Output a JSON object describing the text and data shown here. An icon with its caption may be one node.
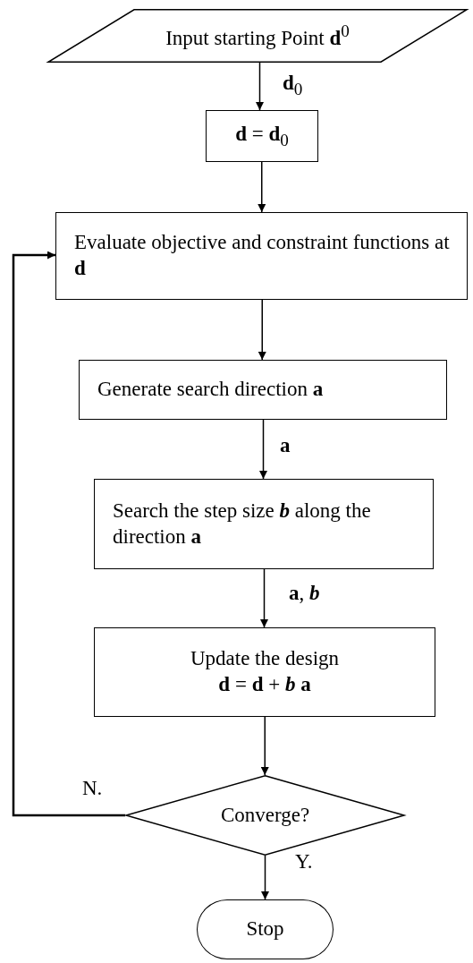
{
  "diagram": {
    "nodes": [
      {
        "text": [
          "Input starting Point **d**$^{0}$"
        ]
      },
      {
        "text": [
          "**d** = **d**$_{0}$"
        ]
      },
      {
        "text": [
          "Evaluate objective and constraint functions at **d**"
        ]
      },
      {
        "text": [
          "Generate search direction **a**"
        ]
      },
      {
        "text": [
          "Search the step size *b* along the direction **a**"
        ]
      },
      {
        "text": [
          "Update the design",
          "**d** = **d** + *b* **a**"
        ]
      },
      {
        "text": [
          "Converge?"
        ]
      },
      {
        "text": [
          "Stop"
        ]
      }
    ],
    "edges": [
      {
        "from": 0,
        "to": 1,
        "arrow": "to",
        "label": "**d**$_{0}$"
      },
      {
        "from": 1,
        "to": 2,
        "arrow": "to"
      },
      {
        "from": 2,
        "to": 3,
        "arrow": "to"
      },
      {
        "from": 3,
        "to": 4,
        "arrow": "to",
        "label": "**a**"
      },
      {
        "from": 4,
        "to": 5,
        "arrow": "to",
        "label": "**a**, *b*"
      },
      {
        "from": 5,
        "to": 6,
        "arrow": "to"
      },
      {
        "from": 6,
        "to": 7,
        "arrow": "to",
        "label": "Y."
      },
      {
        "from": 6,
        "to": 2,
        "arrow": "to",
        "label": "N."
      }
    ]
  }
}
